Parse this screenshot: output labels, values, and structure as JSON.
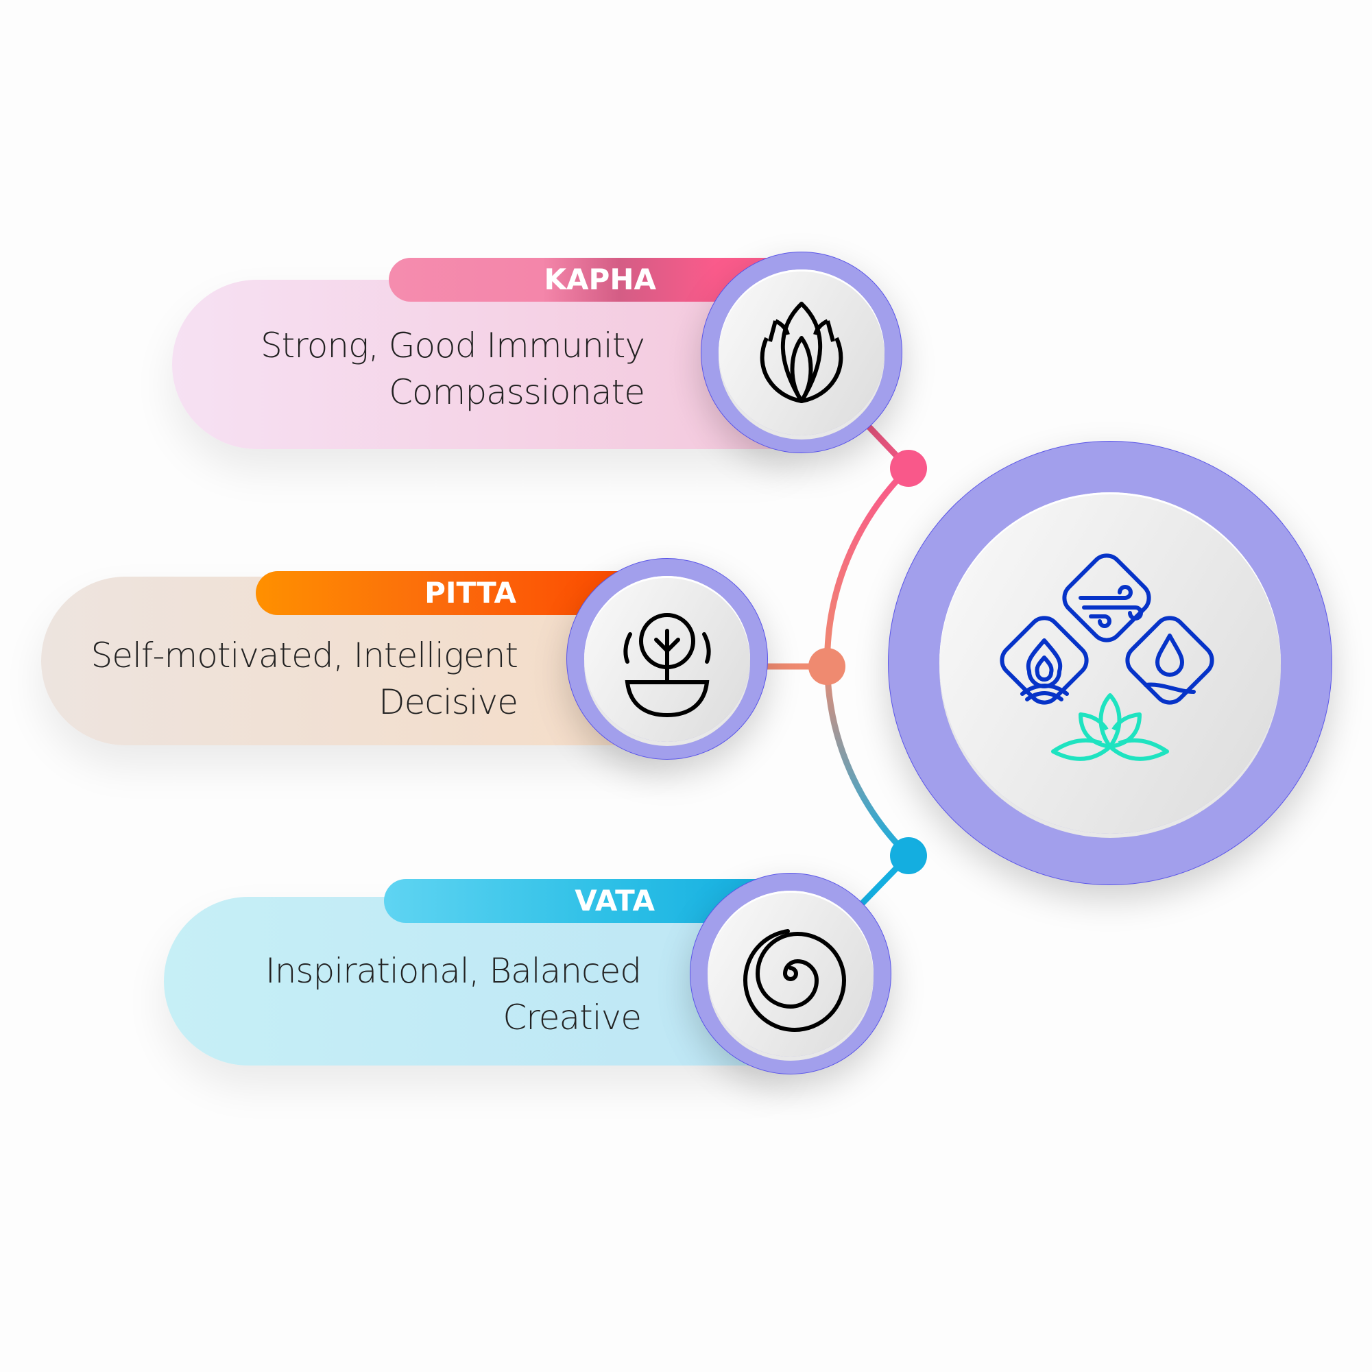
{
  "items": [
    {
      "name": "KAPHA",
      "lines": [
        "Strong, Good Immunity",
        "Compassionate"
      ],
      "icon": "lotus-icon",
      "color": "#f9588a"
    },
    {
      "name": "PITTA",
      "lines": [
        "Self-motivated, Intelligent",
        "Decisive"
      ],
      "icon": "tree-bowl-icon",
      "color": "#fd5a09"
    },
    {
      "name": "VATA",
      "lines": [
        "Inspirational, Balanced",
        "Creative"
      ],
      "icon": "spiral-icon",
      "color": "#14aee0"
    }
  ],
  "center": {
    "icon": "elements-lotus-icon",
    "ring_color": "#a29fec",
    "icon_color": "#0633c8",
    "lotus_color": "#1ee3c0"
  }
}
